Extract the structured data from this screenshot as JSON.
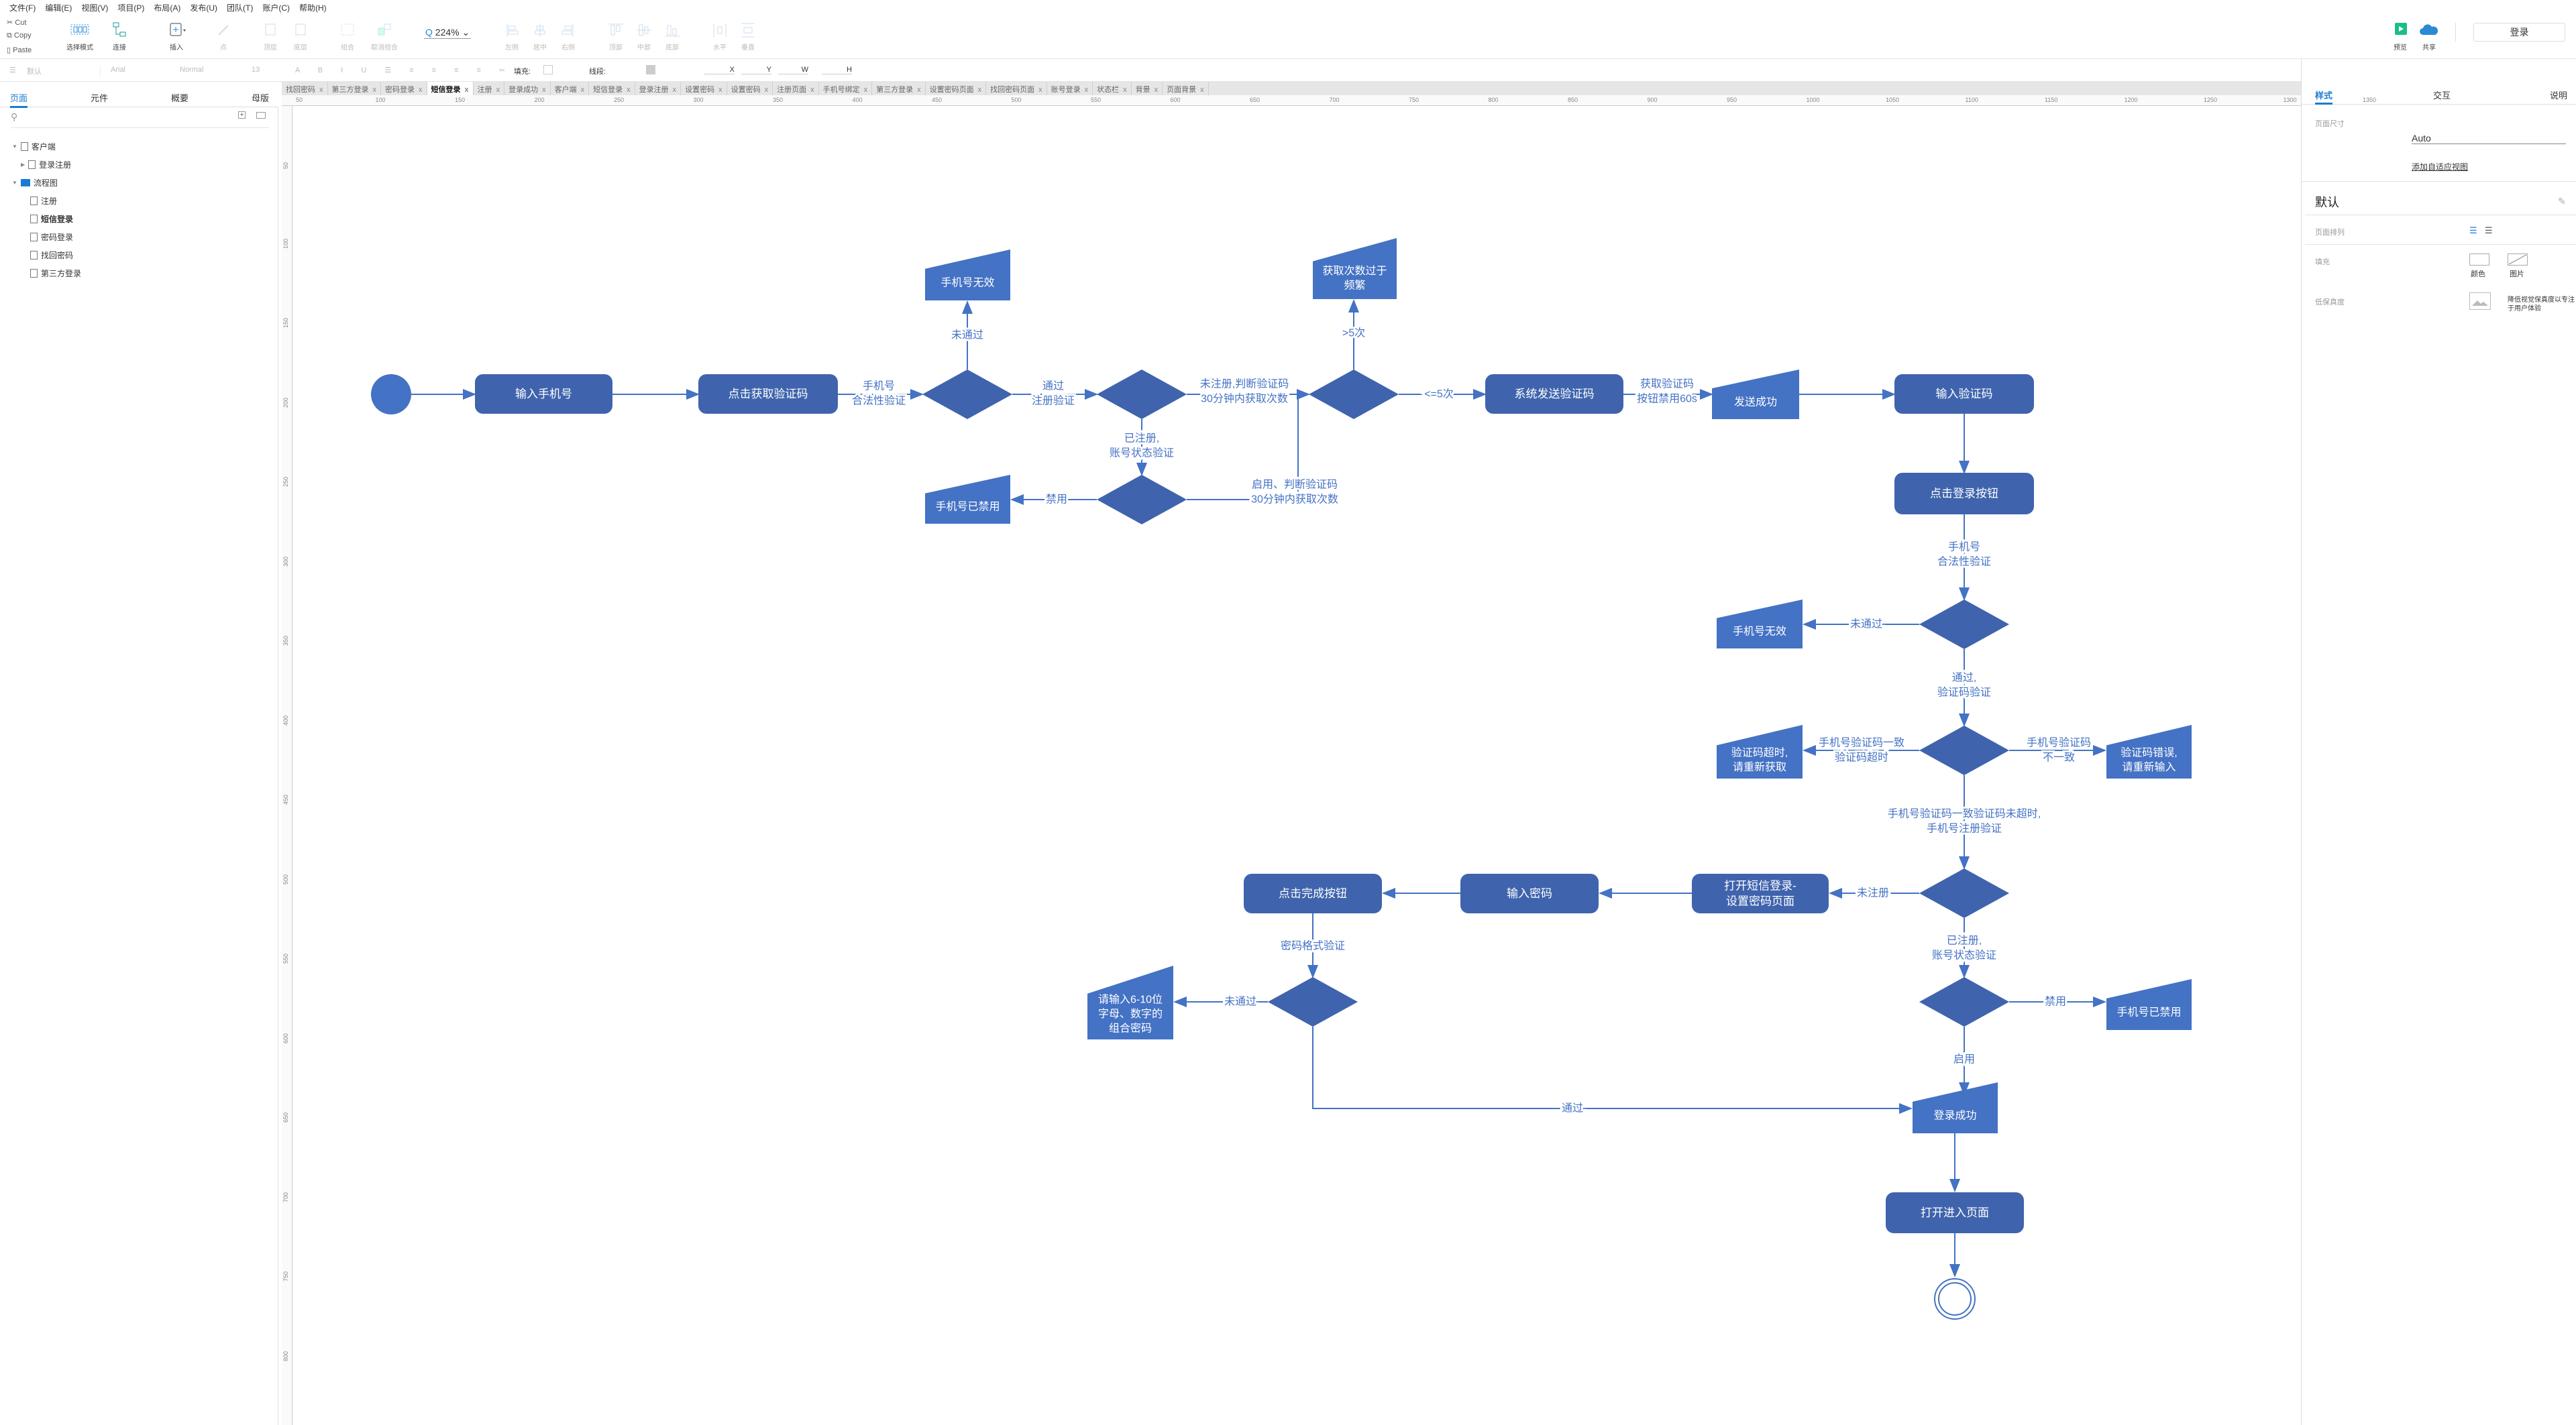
{
  "menu": [
    "文件(F)",
    "编辑(E)",
    "视图(V)",
    "项目(P)",
    "布局(A)",
    "发布(U)",
    "团队(T)",
    "账户(C)",
    "帮助(H)"
  ],
  "clipboard": {
    "cut": "Cut",
    "copy": "Copy",
    "paste": "Paste"
  },
  "toolbar": {
    "select_mode": "选择模式",
    "connect": "连接",
    "insert": "插入",
    "point": "点",
    "top": "顶层",
    "bottom": "底层",
    "group": "组合",
    "ungroup": "取消组合",
    "zoom": "224%",
    "left": "左侧",
    "center": "居中",
    "right": "右侧",
    "top_align": "顶部",
    "middle": "中部",
    "bottom_align": "底部",
    "horizontal": "水平",
    "vertical": "垂直",
    "preview": "预览",
    "share": "共享",
    "login": "登录"
  },
  "format": {
    "style": "默认",
    "font": "Arial",
    "weight": "Normal",
    "size": "13",
    "fill_label": "填充:",
    "line_label": "线段:",
    "x": "X",
    "y": "Y",
    "w": "W",
    "h": "H"
  },
  "left_tabs": [
    "页面",
    "元件",
    "概要",
    "母版"
  ],
  "tree": [
    {
      "label": "客户端",
      "level": 0,
      "type": "page",
      "bold": false
    },
    {
      "label": "登录注册",
      "level": 1,
      "type": "page",
      "bold": false
    },
    {
      "label": "流程图",
      "level": 0,
      "type": "folder",
      "bold": false
    },
    {
      "label": "注册",
      "level": 1,
      "type": "page",
      "bold": false
    },
    {
      "label": "短信登录",
      "level": 1,
      "type": "page",
      "bold": true
    },
    {
      "label": "密码登录",
      "level": 1,
      "type": "page",
      "bold": false
    },
    {
      "label": "找回密码",
      "level": 1,
      "type": "page",
      "bold": false
    },
    {
      "label": "第三方登录",
      "level": 1,
      "type": "page",
      "bold": false
    }
  ],
  "doc_tabs": [
    "找回密码",
    "第三方登录",
    "密码登录",
    "短信登录",
    "注册",
    "登录成功",
    "客户端",
    "短信登录",
    "登录注册",
    "设置密码",
    "设置密码",
    "注册页面",
    "手机号绑定",
    "第三方登录",
    "设置密码页面",
    "找回密码页面",
    "账号登录",
    "状态栏",
    "背景",
    "页面背景"
  ],
  "active_tab": 3,
  "ruler_h": [
    50,
    100,
    150,
    200,
    250,
    300,
    350,
    400,
    450,
    500,
    550,
    600,
    650,
    700,
    750,
    800,
    850,
    900,
    950,
    1000,
    1050,
    1100,
    1150,
    1200,
    1250,
    1300,
    1350
  ],
  "ruler_v": [
    50,
    100,
    150,
    200,
    250,
    300,
    350,
    400,
    450,
    500,
    550,
    600,
    650,
    700,
    750,
    800
  ],
  "right": {
    "tabs": [
      "样式",
      "交互",
      "说明"
    ],
    "page_size_label": "页面尺寸",
    "page_size": "Auto",
    "add_view": "添加自适应视图",
    "default": "默认",
    "arrange_label": "页面排列",
    "fill_label": "填充",
    "fill_color": "颜色",
    "fill_image": "图片",
    "lofi_label": "低保真度",
    "lofi_desc1": "降低视觉保真度以专注",
    "lofi_desc2": "于用户体验"
  },
  "flow": {
    "colors": {
      "node": "#3f64ad",
      "manual": "#4472c4",
      "line": "#4472c4"
    },
    "nodes": {
      "input_phone": "输入手机号",
      "get_code": "点击获取验证码",
      "invalid1": "手机号无效",
      "too_many": [
        "获取次数过于",
        "频繁"
      ],
      "send_code": "系统发送验证码",
      "send_ok": "发送成功",
      "input_code": "输入验证码",
      "disabled1": "手机号已禁用",
      "click_login": "点击登录按钮",
      "invalid2": "手机号无效",
      "timeout": [
        "验证码超时,",
        "请重新获取"
      ],
      "wrong": [
        "验证码错误,",
        "请重新输入"
      ],
      "open_set_pwd": [
        "打开短信登录-",
        "设置密码页面"
      ],
      "input_pwd": "输入密码",
      "click_done": "点击完成按钮",
      "pwd_tip": [
        "请输入6-10位",
        "字母、数字的",
        "组合密码"
      ],
      "disabled2": "手机号已禁用",
      "login_ok": "登录成功",
      "enter_page": "打开进入页面"
    },
    "labels": {
      "legal1": [
        "手机号",
        "合法性验证"
      ],
      "fail1": "未通过",
      "pass_reg": [
        "通过",
        "注册验证"
      ],
      "unreg_count": [
        "未注册,判断验证码",
        "30分钟内获取次数"
      ],
      "gt5": ">5次",
      "le5": "<=5次",
      "btn_disable": [
        "获取验证码",
        "按钮禁用60s"
      ],
      "reg_status1": [
        "已注册,",
        "账号状态验证"
      ],
      "ban1": "禁用",
      "enable_count": [
        "启用、判断验证码",
        "30分钟内获取次数"
      ],
      "legal2": [
        "手机号",
        "合法性验证"
      ],
      "fail2": "未通过",
      "pass_code": [
        "通过,",
        "验证码验证"
      ],
      "match_timeout": [
        "手机号验证码一致",
        "验证码超时"
      ],
      "mismatch": [
        "手机号验证码",
        "不一致"
      ],
      "match_ok": [
        "手机号验证码一致验证码未超时,",
        "手机号注册验证"
      ],
      "unreg": "未注册",
      "pwd_check": "密码格式验证",
      "fail3": "未通过",
      "reg_status2": [
        "已注册,",
        "账号状态验证"
      ],
      "ban2": "禁用",
      "enable": "启用",
      "pass": "通过"
    }
  }
}
